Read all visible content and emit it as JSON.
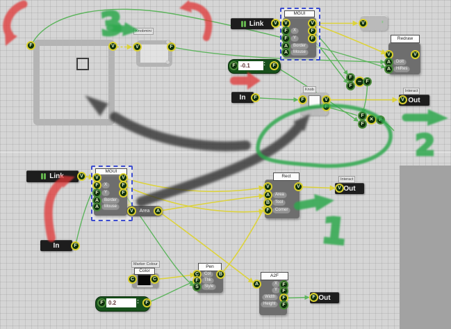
{
  "pins": {
    "V": "V",
    "F": "F",
    "A": "A",
    "B": "B",
    "C": "C",
    "S": "S",
    "minus": "−",
    "times": "×"
  },
  "top": {
    "link_label": "Link",
    "mgui_title": "MGUI",
    "mgui_pin_x": "X",
    "mgui_pin_y": "Y",
    "mgui_pin_border": "Border",
    "mgui_pin_mouse": "Mouse",
    "knobmini_label": "Knobmini",
    "value": "-0.1",
    "spinner": ":",
    "in_label": "In",
    "knob_title": "Knob",
    "redraw_title": "Redraw",
    "redraw_pin_doit": "DoIt",
    "redraw_pin_hires": "HiRes",
    "interact_label": "Interact",
    "out_label": "Out"
  },
  "bottom": {
    "link_label": "Link",
    "mgui_title": "MGUI",
    "mgui_pin_x": "X",
    "mgui_pin_y": "Y",
    "mgui_pin_border": "Border",
    "mgui_pin_mouse": "Mouse",
    "in_label": "In",
    "area_label": "Area",
    "rect_title": "Rect",
    "rect_pin_area": "Area",
    "rect_pin_tool": "Tool",
    "rect_pin_corner": "Corner",
    "interact_label": "Interact",
    "out_label": "Out",
    "marker_label": "Marker Colour",
    "color_title": "Color",
    "pen_title": "Pen",
    "pen_pin_col": "Col",
    "pen_pin_thk": "Thk",
    "pen_pin_style": "Style",
    "a2f_title": "A2F",
    "a2f_pin_x": "X",
    "a2f_pin_y": "Y",
    "a2f_pin_width": "Width",
    "a2f_pin_height": "Height",
    "outf_label": "Out",
    "value": "0.2",
    "spinner": ":"
  },
  "annotations": {
    "one": "1",
    "two": "2",
    "three": "3"
  },
  "colors": {
    "wire_yellow": "#ded333",
    "wire_green": "#57b357",
    "marker_green": "#2fa84e",
    "marker_red": "#e03535",
    "marker_black": "#2e2e2e",
    "selection": "#3a4bd0",
    "canvas": "#d5d5d5",
    "panel_gray": "#a2a2a2"
  }
}
